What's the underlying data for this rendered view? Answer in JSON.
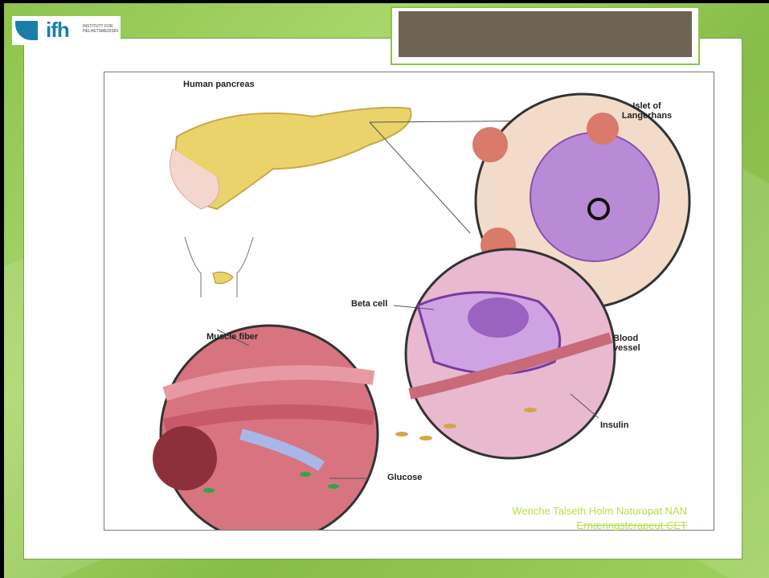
{
  "logo": {
    "name": "ifh",
    "subtitle": "INSTITUTT FOR HELHETSMEDISIN"
  },
  "figure": {
    "labels": {
      "human_pancreas": "Human pancreas",
      "islet": "Islet of Langerhans",
      "beta_cell": "Beta cell",
      "blood_vessel": "Blood vessel",
      "muscle_fiber": "Muscle fiber",
      "insulin": "Insulin",
      "glucose": "Glucose"
    }
  },
  "footer": {
    "line1": "Wenche Talseth Holm Naturopat NAN",
    "line2": "Ernæringsterapeut CET"
  },
  "colors": {
    "background": "#8ec34e",
    "title_box": "#6e6455",
    "footer_text": "#b7e04a"
  }
}
